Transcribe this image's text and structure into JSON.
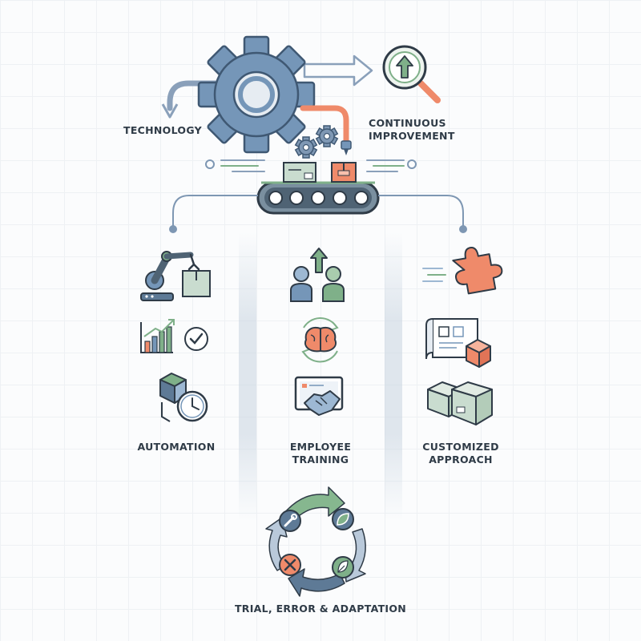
{
  "labels": {
    "technology": "TECHNOLOGY",
    "continuous_improvement": [
      "CONTINUOUS",
      "IMPROVEMENT"
    ],
    "automation": "AUTOMATION",
    "employee_training": [
      "EMPLOYEE",
      "TRAINING"
    ],
    "customized_approach": [
      "CUSTOMIZED",
      "APPROACH"
    ],
    "cycle": "TRIAL, ERROR & ADAPTATION"
  },
  "colors": {
    "blue": "#6f8fb3",
    "blue_dark": "#3f5873",
    "green": "#7fb089",
    "orange": "#ef8a6a",
    "outline": "#2f3b47"
  }
}
